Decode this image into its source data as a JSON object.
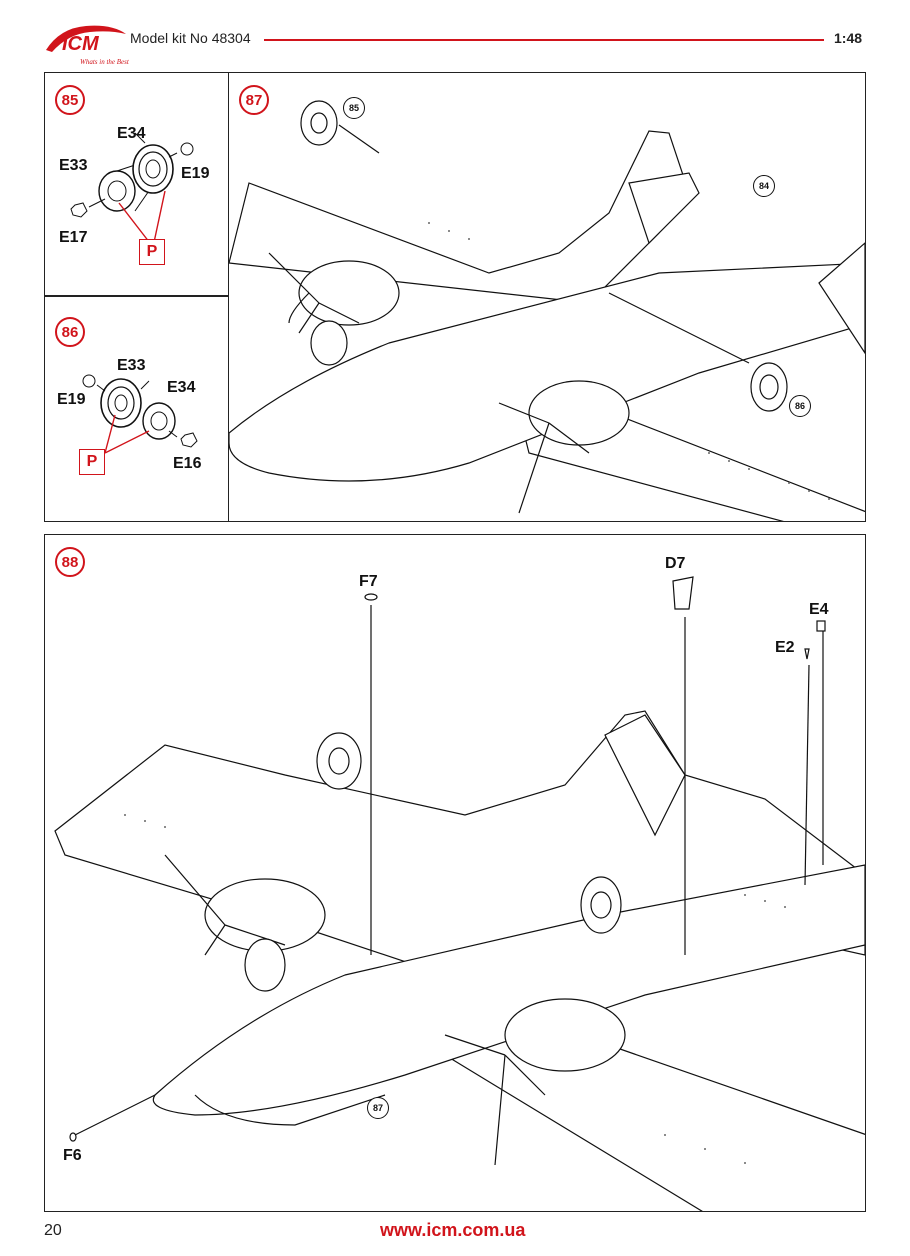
{
  "header": {
    "brand": "ICM",
    "slogan": "Whats in the Best",
    "kit_title": "Model kit No 48304",
    "scale": "1:48"
  },
  "steps": {
    "s85": {
      "number": "85",
      "parts": {
        "e34": "E34",
        "e33": "E33",
        "e19": "E19",
        "e17": "E17"
      },
      "paint": "P"
    },
    "s86": {
      "number": "86",
      "parts": {
        "e33": "E33",
        "e34": "E34",
        "e19": "E19",
        "e16": "E16"
      },
      "paint": "P"
    },
    "s87": {
      "number": "87",
      "refs": {
        "r85": "85",
        "r84": "84",
        "r86": "86"
      }
    },
    "s88": {
      "number": "88",
      "parts": {
        "f7": "F7",
        "d7": "D7",
        "e4": "E4",
        "e2": "E2",
        "f6": "F6"
      },
      "refs": {
        "r87": "87"
      }
    }
  },
  "colors": {
    "accent": "#d1141b",
    "line": "#222222"
  },
  "footer": {
    "page": "20",
    "url": "www.icm.com.ua"
  }
}
